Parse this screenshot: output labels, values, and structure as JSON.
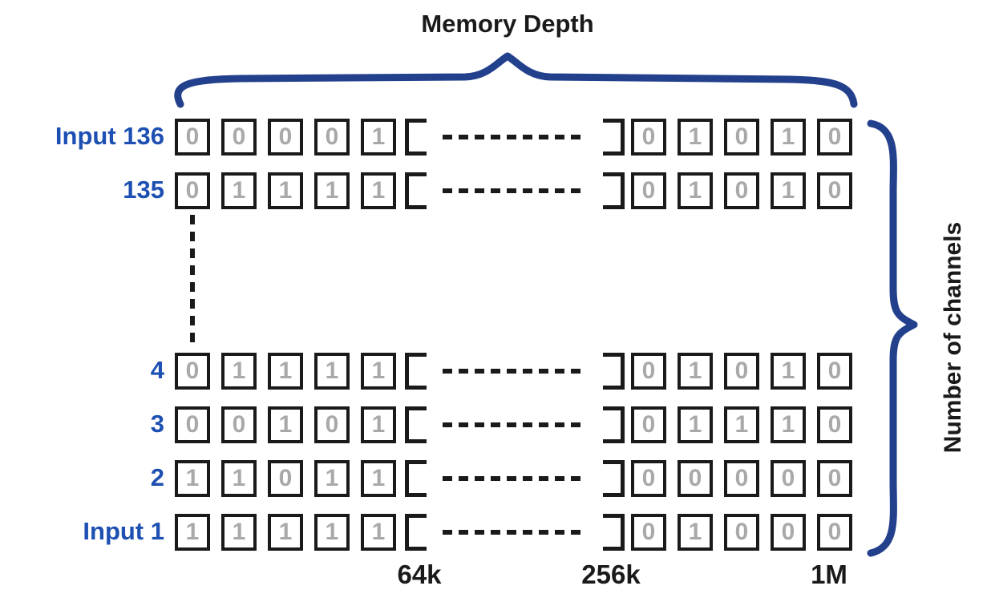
{
  "title": "Memory Depth",
  "right_axis_label": "Number of channels",
  "depth_ticks": [
    "64k",
    "256k",
    "1M"
  ],
  "rows": [
    {
      "label": "Input 136",
      "left_bits": [
        "0",
        "0",
        "0",
        "0",
        "1"
      ],
      "right_bits": [
        "0",
        "1",
        "0",
        "1",
        "0"
      ]
    },
    {
      "label": "135",
      "left_bits": [
        "0",
        "1",
        "1",
        "1",
        "1"
      ],
      "right_bits": [
        "0",
        "1",
        "0",
        "1",
        "0"
      ]
    },
    {
      "label": "4",
      "left_bits": [
        "0",
        "1",
        "1",
        "1",
        "1"
      ],
      "right_bits": [
        "0",
        "1",
        "0",
        "1",
        "0"
      ]
    },
    {
      "label": "3",
      "left_bits": [
        "0",
        "0",
        "1",
        "0",
        "1"
      ],
      "right_bits": [
        "0",
        "1",
        "1",
        "1",
        "0"
      ]
    },
    {
      "label": "2",
      "left_bits": [
        "1",
        "1",
        "0",
        "1",
        "1"
      ],
      "right_bits": [
        "0",
        "0",
        "0",
        "0",
        "0"
      ]
    },
    {
      "label": "Input 1",
      "left_bits": [
        "1",
        "1",
        "1",
        "1",
        "1"
      ],
      "right_bits": [
        "0",
        "1",
        "0",
        "0",
        "0"
      ]
    }
  ],
  "icons": {
    "top_brace": "horizontal-curly-brace",
    "right_brace": "vertical-curly-brace",
    "row_gap": "horizontal-dashed-line",
    "channel_ellipsis": "vertical-dashed-line",
    "open_bracket": "open-square-bracket",
    "close_bracket": "close-square-bracket"
  },
  "colors": {
    "ink": "#1a1a1a",
    "label_blue": "#1d50b2",
    "digit_gray": "#a9a9a9",
    "brace_navy": "#23408c",
    "background": "#ffffff"
  }
}
